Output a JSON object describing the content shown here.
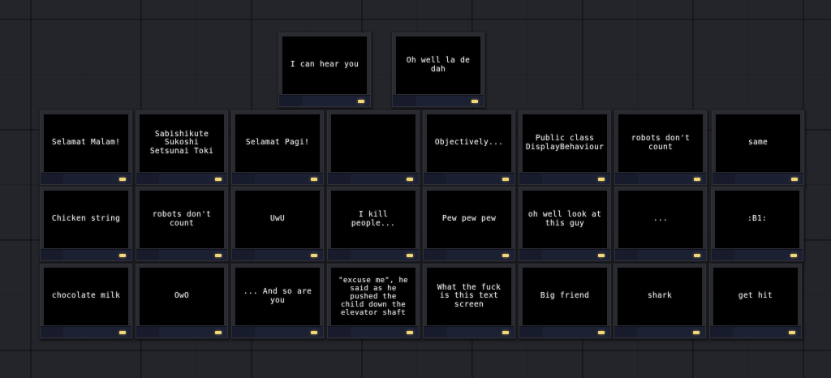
{
  "scene": {
    "background_color": "#24252a",
    "screen_text_color": "#e6e6e6",
    "led_color": "#f2d777",
    "base_color": "#1b2033"
  },
  "top_row": [
    {
      "text": "I can hear you"
    },
    {
      "text": "Oh well la de\ndah"
    }
  ],
  "row_1": [
    {
      "text": "Selamat Malam!"
    },
    {
      "text": "Sabishikute\nSukoshi\nSetsunai Toki"
    },
    {
      "text": "Selamat Pagi!"
    },
    {
      "text": ""
    },
    {
      "text": "Objectively..."
    },
    {
      "text": "Public class\nDisplayBehaviour"
    },
    {
      "text": "robots don't\ncount"
    },
    {
      "text": "same"
    }
  ],
  "row_2": [
    {
      "text": "Chicken string"
    },
    {
      "text": "robots don't\ncount"
    },
    {
      "text": "UwU"
    },
    {
      "text": "I kill\npeople..."
    },
    {
      "text": "Pew pew pew"
    },
    {
      "text": "oh well look at\nthis guy"
    },
    {
      "text": "..."
    },
    {
      "text": ":B1:"
    }
  ],
  "row_3": [
    {
      "text": "chocolate milk"
    },
    {
      "text": "OwO"
    },
    {
      "text": "... And so are\nyou"
    },
    {
      "text": "\"excuse me\", he\nsaid as he\npushed the\nchild down the\nelevator shaft"
    },
    {
      "text": "What the fuck\nis this text\nscreen"
    },
    {
      "text": "Big friend"
    },
    {
      "text": "shark"
    },
    {
      "text": "get hit"
    }
  ]
}
